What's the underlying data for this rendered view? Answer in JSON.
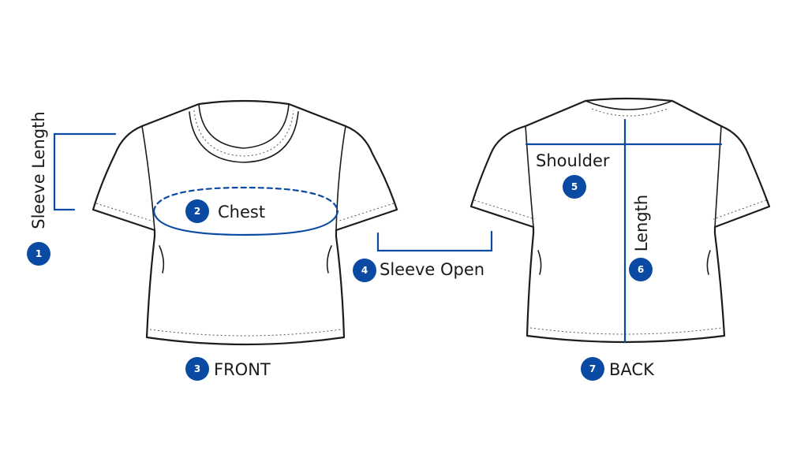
{
  "colors": {
    "accent": "#0b4aa2",
    "outline": "#1c1c1c",
    "background": "#ffffff"
  },
  "views": {
    "front": {
      "number": "3",
      "label": "FRONT"
    },
    "back": {
      "number": "7",
      "label": "BACK"
    }
  },
  "measurements": [
    {
      "id": "sleeve-length",
      "number": "1",
      "label": "Sleeve Length"
    },
    {
      "id": "chest",
      "number": "2",
      "label": "Chest"
    },
    {
      "id": "sleeve-open",
      "number": "4",
      "label": "Sleeve Open"
    },
    {
      "id": "shoulder",
      "number": "5",
      "label": "Shoulder"
    },
    {
      "id": "length",
      "number": "6",
      "label": "Length"
    }
  ]
}
